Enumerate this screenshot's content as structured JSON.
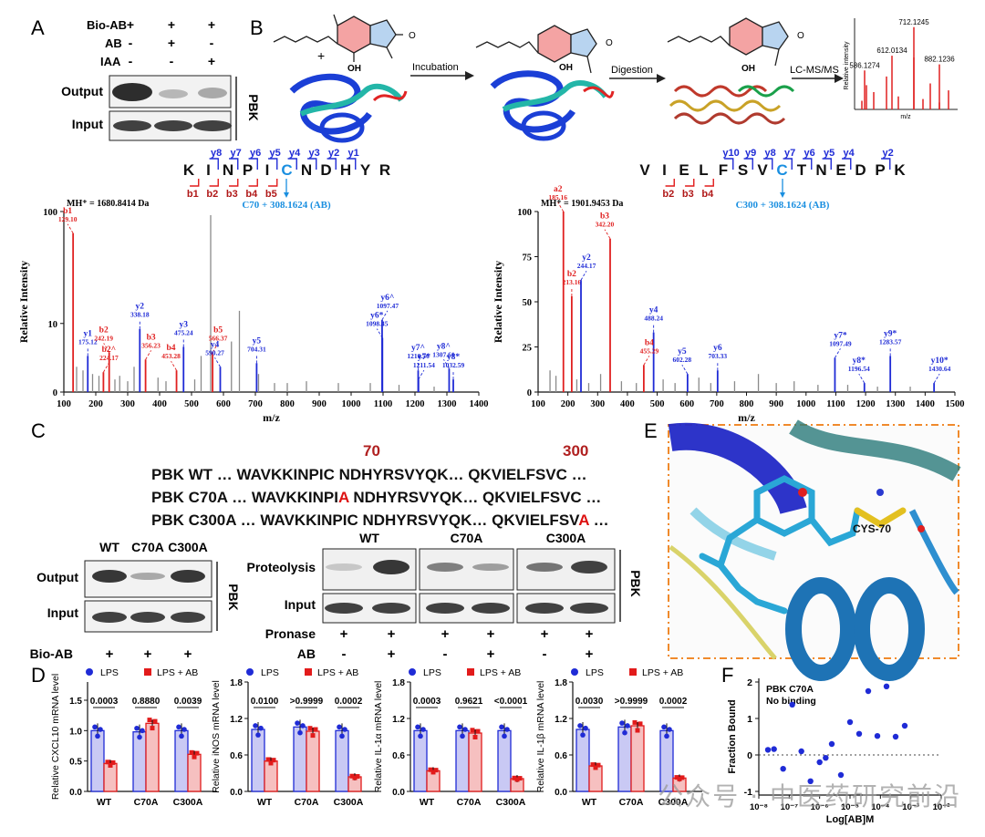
{
  "panels": {
    "A": "A",
    "B": "B",
    "C": "C",
    "D": "D",
    "E": "E",
    "F": "F"
  },
  "panelA": {
    "rows": [
      {
        "label": "Bio-AB",
        "values": [
          "+",
          "+",
          "+"
        ]
      },
      {
        "label": "AB",
        "values": [
          "-",
          "+",
          "-"
        ]
      },
      {
        "label": "IAA",
        "values": [
          "-",
          "-",
          "+"
        ]
      }
    ],
    "blot_labels": [
      "Output",
      "Input"
    ],
    "protein": "PBK"
  },
  "panelB": {
    "steps": [
      "Incubation",
      "Digestion",
      "LC-MS/MS"
    ],
    "plus": "+",
    "oh": "OH",
    "o": "O",
    "mini_spectrum": {
      "peaks": [
        "586.1274",
        "612.0134",
        "712.1245",
        "882.1236"
      ],
      "ylabel": "Relative intensity",
      "xlabel": "m/z"
    }
  },
  "pep1": {
    "seq": [
      "K",
      "I",
      "N",
      "P",
      "I",
      "C",
      "N",
      "D",
      "H",
      "Y",
      "R"
    ],
    "y_ions": [
      "y8",
      "y7",
      "y6",
      "y5",
      "y4",
      "y3",
      "y2",
      "y1"
    ],
    "b_ions": [
      "b1",
      "b2",
      "b3",
      "b4",
      "b5"
    ],
    "mod": "C70 + 308.1624 (AB)",
    "mh": "MH⁺ = 1680.8414 Da"
  },
  "pep2": {
    "seq": [
      "V",
      "I",
      "E",
      "L",
      "F",
      "S",
      "V",
      "C",
      "T",
      "N",
      "E",
      "D",
      "P",
      "K"
    ],
    "y_ions": [
      "y10",
      "y9",
      "y8",
      "y7",
      "y6",
      "y5",
      "y4",
      "y2"
    ],
    "b_ions": [
      "b2",
      "b3",
      "b4"
    ],
    "mod": "C300 + 308.1624 (AB)",
    "mh": "MH⁺ = 1901.9453 Da"
  },
  "chart_data": [
    {
      "type": "bar",
      "title": "",
      "xlabel": "m/z",
      "ylabel": "Relative Intensity",
      "xlim": [
        100,
        1400
      ],
      "x_ticks": [
        100,
        200,
        300,
        400,
        500,
        600,
        700,
        800,
        900,
        1000,
        1100,
        1200,
        1300,
        1400
      ],
      "y_ticks": [
        "0",
        "10",
        "100"
      ],
      "annotations": [
        {
          "label": "b1",
          "mz": "129.10",
          "x": 129,
          "y": 0.88,
          "color": "red"
        },
        {
          "label": "y1",
          "mz": "175.12",
          "x": 175,
          "y": 0.2,
          "color": "blue"
        },
        {
          "label": "b2^",
          "mz": "224.17",
          "x": 224,
          "y": 0.11,
          "color": "red"
        },
        {
          "label": "b2",
          "mz": "242.19",
          "x": 242,
          "y": 0.22,
          "color": "red"
        },
        {
          "label": "y2",
          "mz": "338.18",
          "x": 338,
          "y": 0.35,
          "color": "blue"
        },
        {
          "label": "b3",
          "mz": "356.23",
          "x": 356,
          "y": 0.18,
          "color": "red"
        },
        {
          "label": "b4",
          "mz": "453.28",
          "x": 453,
          "y": 0.12,
          "color": "red"
        },
        {
          "label": "y3",
          "mz": "475.24",
          "x": 475,
          "y": 0.25,
          "color": "blue"
        },
        {
          "label": "b5",
          "mz": "566.37",
          "x": 566,
          "y": 0.22,
          "color": "red"
        },
        {
          "label": "y4",
          "mz": "590.27",
          "x": 590,
          "y": 0.14,
          "color": "blue"
        },
        {
          "label": "y5",
          "mz": "704.31",
          "x": 704,
          "y": 0.16,
          "color": "blue"
        },
        {
          "label": "y6^",
          "mz": "1097.47",
          "x": 1097,
          "y": 0.4,
          "color": "blue"
        },
        {
          "label": "y6*",
          "mz": "1098.45",
          "x": 1098,
          "y": 0.3,
          "color": "blue"
        },
        {
          "label": "y7^",
          "mz": "1210.56",
          "x": 1210,
          "y": 0.12,
          "color": "blue"
        },
        {
          "label": "y7*",
          "mz": "1211.54",
          "x": 1211,
          "y": 0.07,
          "color": "blue"
        },
        {
          "label": "y8^",
          "mz": "1307.61",
          "x": 1307,
          "y": 0.13,
          "color": "blue"
        },
        {
          "label": "y8*",
          "mz": "1032.59",
          "x": 1320,
          "y": 0.07,
          "color": "blue"
        }
      ],
      "grey_peaks": [
        [
          560,
          0.98
        ],
        [
          650,
          0.45
        ],
        [
          625,
          0.28
        ],
        [
          530,
          0.2
        ],
        [
          710,
          0.1
        ],
        [
          320,
          0.14
        ],
        [
          275,
          0.09
        ],
        [
          800,
          0.05
        ],
        [
          860,
          0.06
        ],
        [
          960,
          0.05
        ],
        [
          1060,
          0.05
        ],
        [
          140,
          0.14
        ],
        [
          160,
          0.12
        ],
        [
          190,
          0.1
        ],
        [
          210,
          0.09
        ],
        [
          260,
          0.07
        ],
        [
          300,
          0.06
        ],
        [
          395,
          0.08
        ],
        [
          420,
          0.06
        ],
        [
          510,
          0.07
        ],
        [
          760,
          0.05
        ],
        [
          1150,
          0.04
        ],
        [
          1260,
          0.03
        ]
      ]
    },
    {
      "type": "bar",
      "title": "",
      "xlabel": "m/z",
      "ylabel": "Relative Intensity",
      "xlim": [
        100,
        1500
      ],
      "x_ticks": [
        100,
        200,
        300,
        400,
        500,
        600,
        700,
        800,
        900,
        1000,
        1100,
        1200,
        1300,
        1400,
        1500
      ],
      "y_ticks": [
        "0",
        "25",
        "50",
        "75",
        "100"
      ],
      "annotations": [
        {
          "label": "a2",
          "mz": "185.16",
          "x": 185,
          "y": 1.0,
          "color": "red"
        },
        {
          "label": "b2",
          "mz": "213.16",
          "x": 213,
          "y": 0.53,
          "color": "red"
        },
        {
          "label": "y2",
          "mz": "244.17",
          "x": 244,
          "y": 0.62,
          "color": "blue"
        },
        {
          "label": "b3",
          "mz": "342.20",
          "x": 342,
          "y": 0.85,
          "color": "red"
        },
        {
          "label": "y4",
          "mz": "488.24",
          "x": 488,
          "y": 0.33,
          "color": "blue"
        },
        {
          "label": "b4",
          "mz": "455.29",
          "x": 455,
          "y": 0.15,
          "color": "red"
        },
        {
          "label": "y5",
          "mz": "602.28",
          "x": 602,
          "y": 0.1,
          "color": "blue"
        },
        {
          "label": "y6",
          "mz": "703.33",
          "x": 703,
          "y": 0.12,
          "color": "blue"
        },
        {
          "label": "y7*",
          "mz": "1097.49",
          "x": 1097,
          "y": 0.19,
          "color": "blue"
        },
        {
          "label": "y8*",
          "mz": "1196.54",
          "x": 1196,
          "y": 0.05,
          "color": "blue"
        },
        {
          "label": "y9*",
          "mz": "1283.57",
          "x": 1283,
          "y": 0.2,
          "color": "blue"
        },
        {
          "label": "y10*",
          "mz": "1430.64",
          "x": 1430,
          "y": 0.05,
          "color": "blue"
        }
      ],
      "grey_peaks": [
        [
          140,
          0.12
        ],
        [
          160,
          0.09
        ],
        [
          230,
          0.07
        ],
        [
          270,
          0.05
        ],
        [
          310,
          0.1
        ],
        [
          380,
          0.06
        ],
        [
          430,
          0.05
        ],
        [
          520,
          0.07
        ],
        [
          560,
          0.05
        ],
        [
          640,
          0.08
        ],
        [
          680,
          0.05
        ],
        [
          760,
          0.06
        ],
        [
          840,
          0.1
        ],
        [
          900,
          0.05
        ],
        [
          960,
          0.06
        ],
        [
          1040,
          0.04
        ],
        [
          1140,
          0.04
        ],
        [
          1240,
          0.03
        ],
        [
          1350,
          0.03
        ]
      ]
    },
    {
      "type": "bar",
      "ylabel": "Relative CXCL10 mRNA level",
      "categories": [
        "WT",
        "C70A",
        "C300A"
      ],
      "series": [
        {
          "name": "LPS",
          "values": [
            1.0,
            0.98,
            1.0
          ]
        },
        {
          "name": "LPS + AB",
          "values": [
            0.46,
            1.12,
            0.61
          ]
        }
      ],
      "pvalues": [
        "0.0003",
        "0.8880",
        "0.0039"
      ],
      "ylim": [
        0,
        1.8
      ],
      "y_ticks": [
        "0.0",
        "0.5",
        "1.0",
        "1.5"
      ]
    },
    {
      "type": "bar",
      "ylabel": "Relative iNOS mRNA level",
      "categories": [
        "WT",
        "C70A",
        "C300A"
      ],
      "series": [
        {
          "name": "LPS",
          "values": [
            1.02,
            1.06,
            1.0
          ]
        },
        {
          "name": "LPS + AB",
          "values": [
            0.5,
            0.99,
            0.24
          ]
        }
      ],
      "pvalues": [
        "0.0100",
        ">0.9999",
        "0.0002"
      ],
      "ylim": [
        0,
        1.8
      ],
      "y_ticks": [
        "0.0",
        "0.6",
        "1.2",
        "1.8"
      ]
    },
    {
      "type": "bar",
      "ylabel": "Relative IL-1α mRNA level",
      "categories": [
        "WT",
        "C70A",
        "C300A"
      ],
      "series": [
        {
          "name": "LPS",
          "values": [
            1.0,
            1.0,
            1.0
          ]
        },
        {
          "name": "LPS + AB",
          "values": [
            0.34,
            0.96,
            0.21
          ]
        }
      ],
      "pvalues": [
        "0.0003",
        "0.9621",
        "<0.0001"
      ],
      "ylim": [
        0,
        1.8
      ],
      "y_ticks": [
        "0.0",
        "0.6",
        "1.2",
        "1.8"
      ]
    },
    {
      "type": "bar",
      "ylabel": "Relative IL-1β mRNA level",
      "categories": [
        "WT",
        "C70A",
        "C300A"
      ],
      "series": [
        {
          "name": "LPS",
          "values": [
            1.02,
            1.06,
            1.0
          ]
        },
        {
          "name": "LPS + AB",
          "values": [
            0.42,
            1.08,
            0.22
          ]
        }
      ],
      "pvalues": [
        "0.0030",
        ">0.9999",
        "0.0002"
      ],
      "ylim": [
        0,
        1.8
      ],
      "y_ticks": [
        "0.0",
        "0.6",
        "1.2",
        "1.8"
      ]
    },
    {
      "type": "scatter",
      "xlabel": "Log[AB]M",
      "ylabel": "Fraction Bound",
      "x_ticks": [
        "10⁻⁸",
        "10⁻⁷",
        "10⁻⁶",
        "10⁻⁵",
        "10⁻⁴",
        "10⁻³",
        "10⁻²"
      ],
      "y_ticks": [
        "-1",
        "0",
        "1",
        "2"
      ],
      "ylim": [
        -1.1,
        2.1
      ],
      "annotation": [
        "PBK C70A",
        "No binding"
      ],
      "points": [
        [
          -7.7,
          0.14
        ],
        [
          -7.5,
          0.16
        ],
        [
          -7.2,
          -0.38
        ],
        [
          -6.9,
          1.38
        ],
        [
          -6.6,
          0.1
        ],
        [
          -6.3,
          -0.72
        ],
        [
          -6.0,
          -0.2
        ],
        [
          -5.8,
          -0.08
        ],
        [
          -5.6,
          0.3
        ],
        [
          -5.3,
          -0.55
        ],
        [
          -5.0,
          0.9
        ],
        [
          -4.7,
          0.58
        ],
        [
          -4.4,
          1.75
        ],
        [
          -4.1,
          0.52
        ],
        [
          -3.8,
          1.88
        ],
        [
          -3.5,
          0.5
        ],
        [
          -3.2,
          0.8
        ]
      ]
    }
  ],
  "panelC": {
    "numbers": [
      "70",
      "300"
    ],
    "sequences": [
      {
        "name": "PBK WT",
        "pre": "… WAVKKINPI",
        "mut1": "C",
        "mid": " NDHYRSVYQK… QKVIELFSV",
        "mut2": "C",
        "post": " …"
      },
      {
        "name": "PBK C70A",
        "pre": "… WAVKKINPI",
        "mut1": "A",
        "mid": " NDHYRSVYQK… QKVIELFSV",
        "mut2": "C",
        "post": " …"
      },
      {
        "name": "PBK C300A",
        "pre": "… WAVKKINPI",
        "mut1": "C",
        "mid": " NDHYRSVYQK… QKVIELFSV",
        "mut2": "A",
        "post": " …"
      }
    ],
    "left_blot": {
      "cols": [
        "WT",
        "C70A",
        "C300A"
      ],
      "rows": [
        "Output",
        "Input"
      ],
      "bottom_label": "Bio-AB",
      "bottom_values": [
        "+",
        "+",
        "+"
      ],
      "protein": "PBK"
    },
    "right_blot": {
      "groups": [
        "WT",
        "C70A",
        "C300A"
      ],
      "rows": [
        "Proteolysis",
        "Input"
      ],
      "pronase_label": "Pronase",
      "pronase": [
        "+",
        "+",
        "+",
        "+",
        "+",
        "+"
      ],
      "ab_label": "AB",
      "ab": [
        "-",
        "+",
        "-",
        "+",
        "-",
        "+"
      ],
      "protein": "PBK"
    }
  },
  "panelE": {
    "label": "CYS-70"
  },
  "legend": {
    "lps": "LPS",
    "lps_ab": "LPS + AB"
  },
  "colors": {
    "blue": "#1f2bd6",
    "red": "#e21b1b",
    "lps_fill": "#c9c9f4",
    "ab_fill": "#f6c0c0",
    "orange": "#f08a2c"
  },
  "watermark": "公众号 · 中医药研究前沿"
}
